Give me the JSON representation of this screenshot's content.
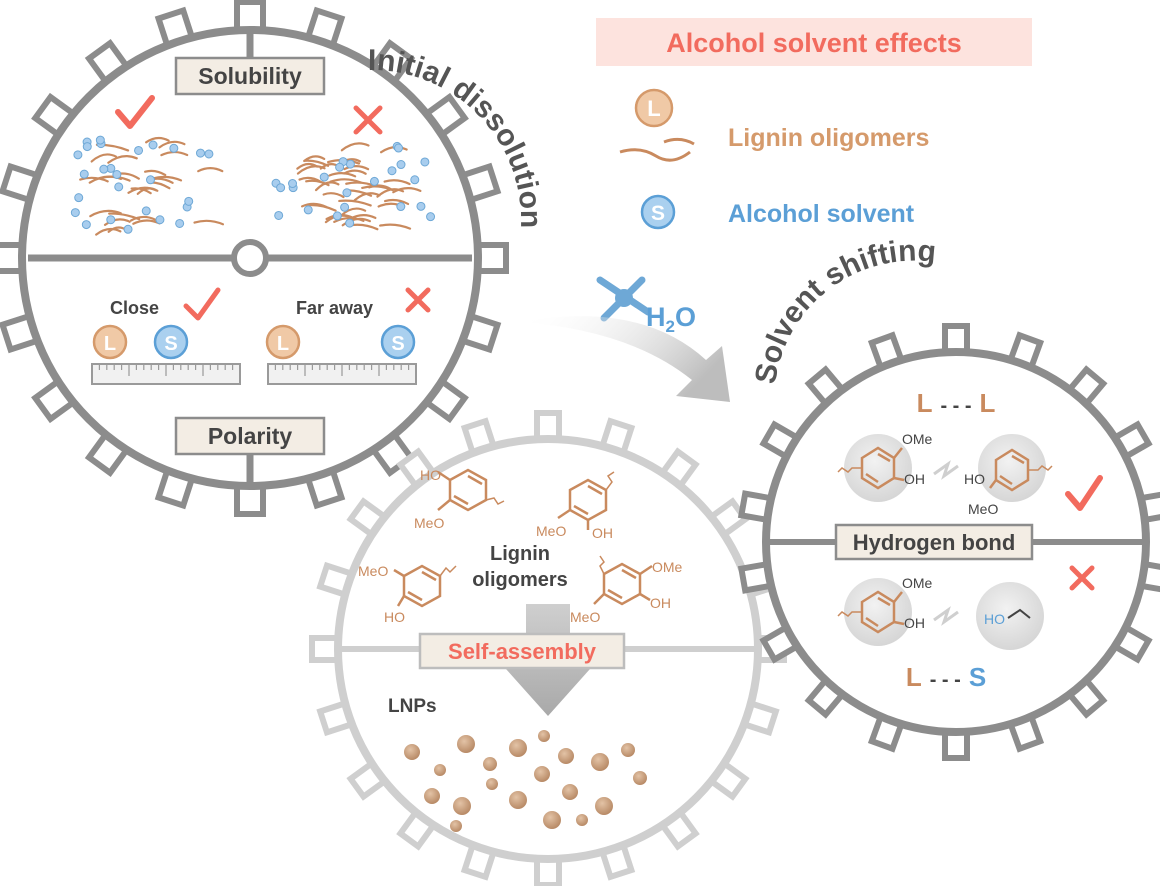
{
  "legend": {
    "title": "Alcohol solvent effects",
    "lignin_label": "Lignin oligomers",
    "solvent_label": "Alcohol solvent",
    "lignin_symbol": "L",
    "solvent_symbol": "S"
  },
  "water": {
    "label_main": "H",
    "label_sub": "2",
    "label_end": "O"
  },
  "gear_dissolution": {
    "arc_label": "Initial dissolution",
    "top_box": "Solubility",
    "bottom_box": "Polarity",
    "close_label": "Close",
    "far_label": "Far away"
  },
  "gear_shifting": {
    "arc_label": "Solvent shifting",
    "top_pair": {
      "left": "L",
      "dash": "- - -",
      "right": "L"
    },
    "bottom_pair": {
      "left": "L",
      "dash": "- - -",
      "right": "S"
    },
    "center_box": "Hydrogen bond",
    "chem": {
      "ome": "OMe",
      "oh": "OH",
      "ho": "HO",
      "meo": "MeO"
    }
  },
  "gear_assembly": {
    "lignin_line1": "Lignin",
    "lignin_line2": "oligomers",
    "center_box": "Self-assembly",
    "product_label": "LNPs",
    "chem": {
      "ho": "HO",
      "meo": "MeO",
      "oh": "OH",
      "ome": "OMe"
    }
  },
  "colors": {
    "lignin": "#c98a5e",
    "solvent": "#5b9fd6",
    "accent_red": "#f26b5e",
    "title_bg": "#fde3de",
    "gear_dark": "#8c8c8c",
    "gear_light": "#d0d0d0",
    "text_dark": "#444444",
    "particle": "#c9a07f"
  }
}
